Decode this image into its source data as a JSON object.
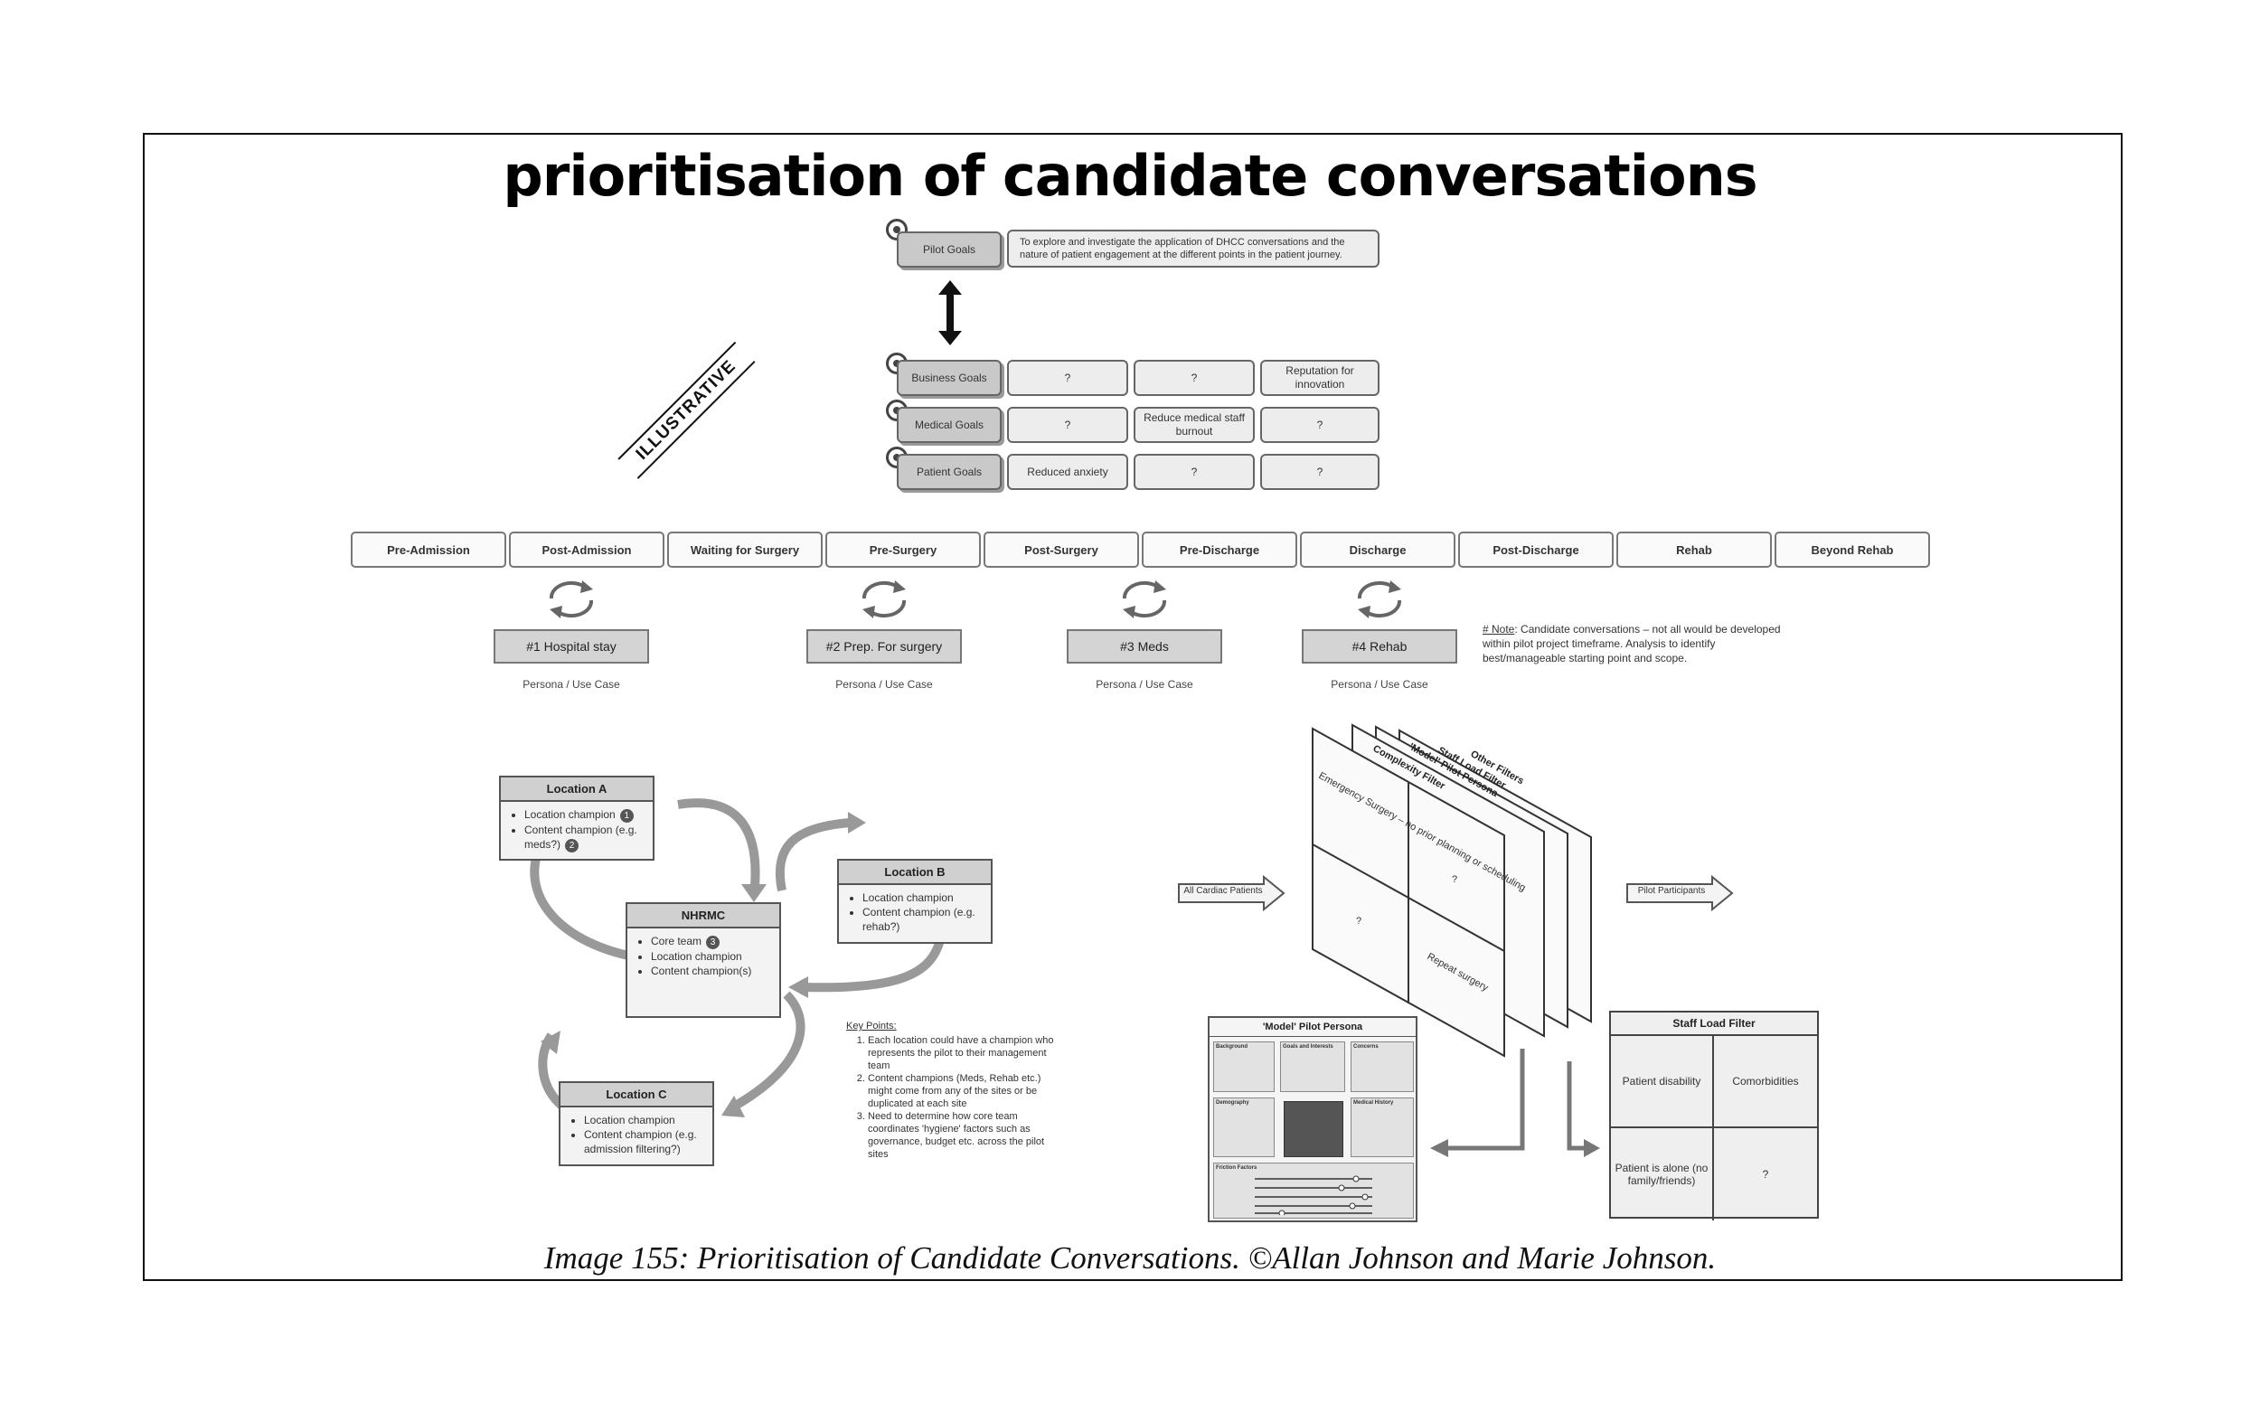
{
  "title": "prioritisation of candidate conversations",
  "caption": "Image 155: Prioritisation of Candidate Conversations. ©Allan Johnson and Marie Johnson.",
  "illustrative": "ILLUSTRATIVE",
  "goals": {
    "pilot": {
      "label": "Pilot Goals",
      "text": "To explore and investigate the application of DHCC conversations and the nature of patient engagement at the different points in the patient journey."
    },
    "business": {
      "label": "Business Goals",
      "cells": [
        "?",
        "?",
        "Reputation for innovation"
      ]
    },
    "medical": {
      "label": "Medical Goals",
      "cells": [
        "?",
        "Reduce medical staff burnout",
        "?"
      ]
    },
    "patient": {
      "label": "Patient Goals",
      "cells": [
        "Reduced anxiety",
        "?",
        "?"
      ]
    }
  },
  "stages": [
    "Pre-Admission",
    "Post-Admission",
    "Waiting for Surgery",
    "Pre-Surgery",
    "Post-Surgery",
    "Pre-Discharge",
    "Discharge",
    "Post-Discharge",
    "Rehab",
    "Beyond Rehab"
  ],
  "conversations": [
    "#1 Hospital stay",
    "#2 Prep. For surgery",
    "#3 Meds",
    "#4 Rehab"
  ],
  "persona_label": "Persona / Use Case",
  "note": {
    "label": "# Note",
    "text": ": Candidate conversations – not all would be developed within pilot project timeframe.  Analysis to identify best/manageable starting point and scope."
  },
  "locations": {
    "a": {
      "title": "Location A",
      "items": [
        "Location champion",
        "Content champion (e.g. meds?)"
      ],
      "badges": [
        "1",
        "2"
      ]
    },
    "nhrmc": {
      "title": "NHRMC",
      "items": [
        "Core team",
        "Location champion",
        "Content champion(s)"
      ],
      "badges": [
        "3"
      ]
    },
    "b": {
      "title": "Location B",
      "items": [
        "Location champion",
        "Content champion (e.g. rehab?)"
      ]
    },
    "c": {
      "title": "Location C",
      "items": [
        "Location champion",
        "Content champion (e.g. admission filtering?)"
      ]
    }
  },
  "key_points": {
    "title": "Key Points:",
    "items": [
      "Each location could have a champion who represents the pilot to their management team",
      "Content champions (Meds, Rehab etc.) might come from any of the sites or be duplicated at each site",
      "Need to determine how core team coordinates 'hygiene' factors such as governance, budget etc. across the pilot sites"
    ]
  },
  "filters": {
    "input": "All Cardiac Patients",
    "output": "Pilot Participants",
    "layers": [
      "Other Filters",
      "Staff Load Filter",
      "'Model' Pilot Persona",
      "Complexity Filter"
    ],
    "complexity_cells": [
      "Emergency Surgery – no prior planning or scheduling",
      "?",
      "?",
      "Repeat surgery"
    ]
  },
  "staff_load": {
    "title": "Staff Load Filter",
    "cells": [
      "Patient disability",
      "Comorbidities",
      "Patient is alone (no family/friends)",
      "?"
    ]
  },
  "model_persona": {
    "title": "'Model' Pilot Persona",
    "sections": [
      "Background",
      "Goals and Interests",
      "Concerns",
      "Demography",
      "Medical History",
      "Friction Factors"
    ]
  }
}
